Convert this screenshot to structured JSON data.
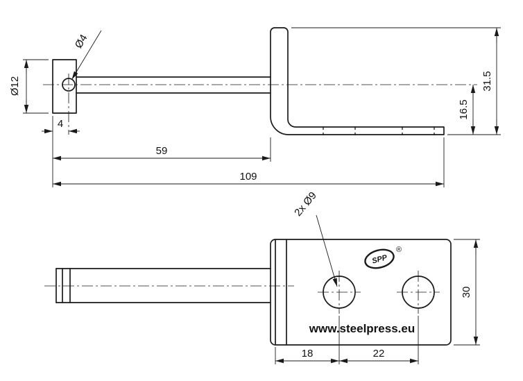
{
  "page": {
    "background": "#ffffff",
    "line_color": "#1a1a1a"
  },
  "views": {
    "side_view": {
      "dimensions": {
        "hole_diameter": "Ø4",
        "boss_diameter": "Ø12",
        "hole_edge_offset": "4",
        "rod_length": "59",
        "overall_length": "109",
        "overall_height": "31.5",
        "flange_height": "16.5"
      }
    },
    "plan_view": {
      "dimensions": {
        "holes_note": "2x Ø9",
        "plate_width": "30",
        "first_hole_offset": "18",
        "hole_spacing": "22"
      },
      "branding": {
        "logo_text": "SPP",
        "registered_mark": "®",
        "website": "www.steelpress.eu"
      }
    }
  }
}
